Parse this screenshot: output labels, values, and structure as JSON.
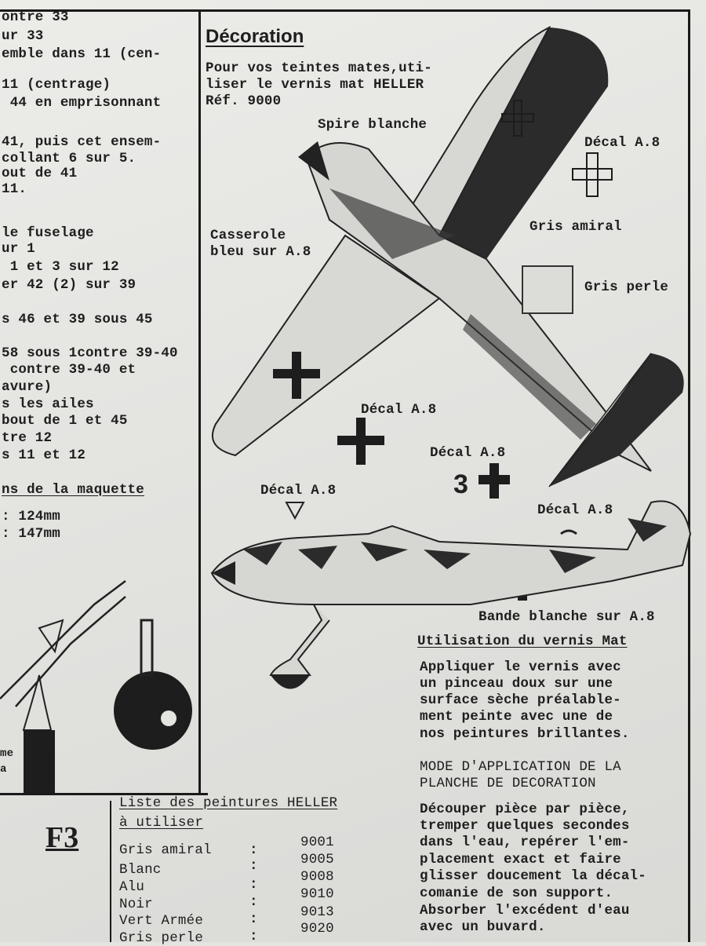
{
  "left_column": {
    "lines": [
      "ontre 33",
      "ur 33",
      "emble dans 11 (cen-",
      "11 (centrage)",
      " 44 en emprisonnant",
      "41, puis cet ensem-",
      "collant 6 sur 5.",
      "out de 41",
      "11.",
      "le fuselage",
      "ur 1",
      " 1 et 3 sur 12",
      "er 42 (2) sur 39",
      "s 46 et 39 sous 45",
      "58 sous 1contre 39-40",
      " contre 39-40 et",
      "avure)",
      "s les ailes",
      "bout de 1 et 45",
      "tre 12",
      "s 11 et 12"
    ],
    "dimensions_heading": "ns de la maquette",
    "dimensions": [
      ": 124mm",
      ": 147mm"
    ],
    "fragment": [
      "me",
      "a"
    ]
  },
  "decoration": {
    "title": "Décoration",
    "intro": [
      "Pour vos teintes mates,uti-",
      "liser le vernis mat HELLER",
      "Réf. 9000"
    ],
    "labels": {
      "spire": "Spire blanche",
      "decal_top": "Décal A.8",
      "gris_amiral": "Gris amiral",
      "casserole": [
        "Casserole",
        "bleu sur A.8"
      ],
      "gris_perle": "Gris perle",
      "decal_wing": "Décal A.8",
      "decal_fuselage": "Décal A.8",
      "number": "3",
      "decal_tail": "Décal A.8",
      "decal_nose": "Décal A.8",
      "bande": "Bande blanche sur A.8"
    }
  },
  "vernis": {
    "heading": "Utilisation du vernis Mat",
    "body": [
      "Appliquer le vernis avec",
      "un pinceau doux sur une",
      "surface sèche préalable-",
      "ment peinte avec une de",
      "nos peintures brillantes."
    ]
  },
  "mode": {
    "heading": [
      "MODE D'APPLICATION DE LA",
      "PLANCHE DE DECORATION"
    ],
    "body": [
      "Découper pièce par pièce,",
      "tremper quelques secondes",
      "dans l'eau, repérer l'em-",
      "placement exact et faire",
      "glisser doucement la décal-",
      "comanie de son support.",
      "Absorber l'excédent d'eau",
      "avec un buvard."
    ]
  },
  "page_label": "F3",
  "paints": {
    "heading": [
      "Liste des peintures HELLER",
      "à utiliser"
    ],
    "items": [
      {
        "name": "Gris amiral",
        "ref": "9001"
      },
      {
        "name": "Blanc",
        "ref": "9005"
      },
      {
        "name": "Alu",
        "ref": "9008"
      },
      {
        "name": "Noir",
        "ref": "9010"
      },
      {
        "name": "Vert Armée",
        "ref": "9013"
      },
      {
        "name": "Gris perle",
        "ref": "9020"
      }
    ]
  }
}
